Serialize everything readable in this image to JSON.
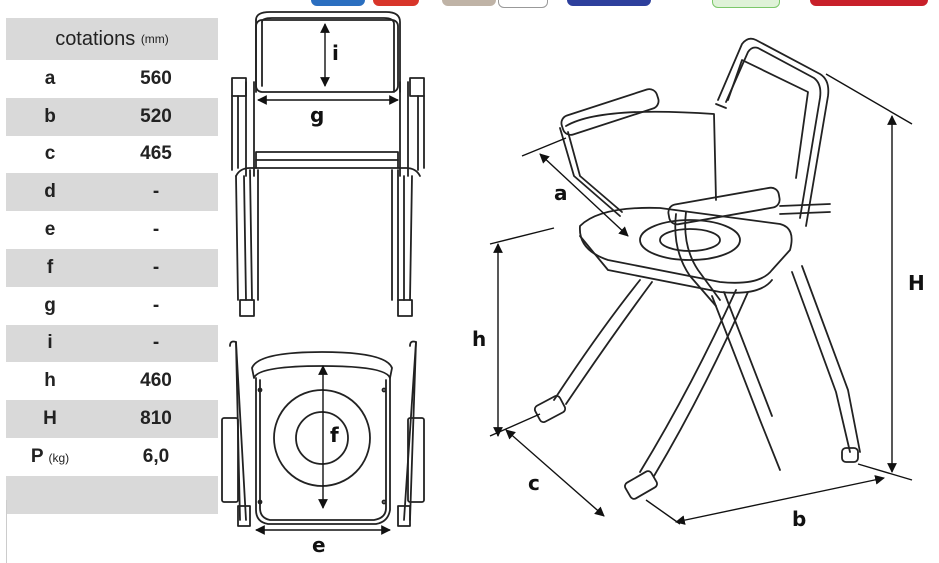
{
  "table": {
    "header": "cotations",
    "header_unit": "(mm)",
    "rows": [
      {
        "key": "a",
        "value": "560"
      },
      {
        "key": "b",
        "value": "520"
      },
      {
        "key": "c",
        "value": "465"
      },
      {
        "key": "d",
        "value": "-"
      },
      {
        "key": "e",
        "value": "-"
      },
      {
        "key": "f",
        "value": "-"
      },
      {
        "key": "g",
        "value": "-"
      },
      {
        "key": "i",
        "value": "-"
      },
      {
        "key": "h",
        "value": "460"
      },
      {
        "key": "H",
        "value": "810"
      },
      {
        "key": "P",
        "unit": "(kg)",
        "value": "6,0"
      }
    ]
  },
  "diagram_labels": {
    "front_i": "i",
    "front_g": "g",
    "top_f": "f",
    "top_e": "e",
    "persp_a": "a",
    "persp_h": "h",
    "persp_H": "H",
    "persp_c": "c",
    "persp_b": "b"
  },
  "colors": {
    "row_grey": "#d9d9d9",
    "top_blue": "#2b6fc0",
    "top_red": "#d8352a",
    "top_navy": "#2d3f9c",
    "top_green": "#7cc76a",
    "top_darkred": "#c8202a"
  }
}
